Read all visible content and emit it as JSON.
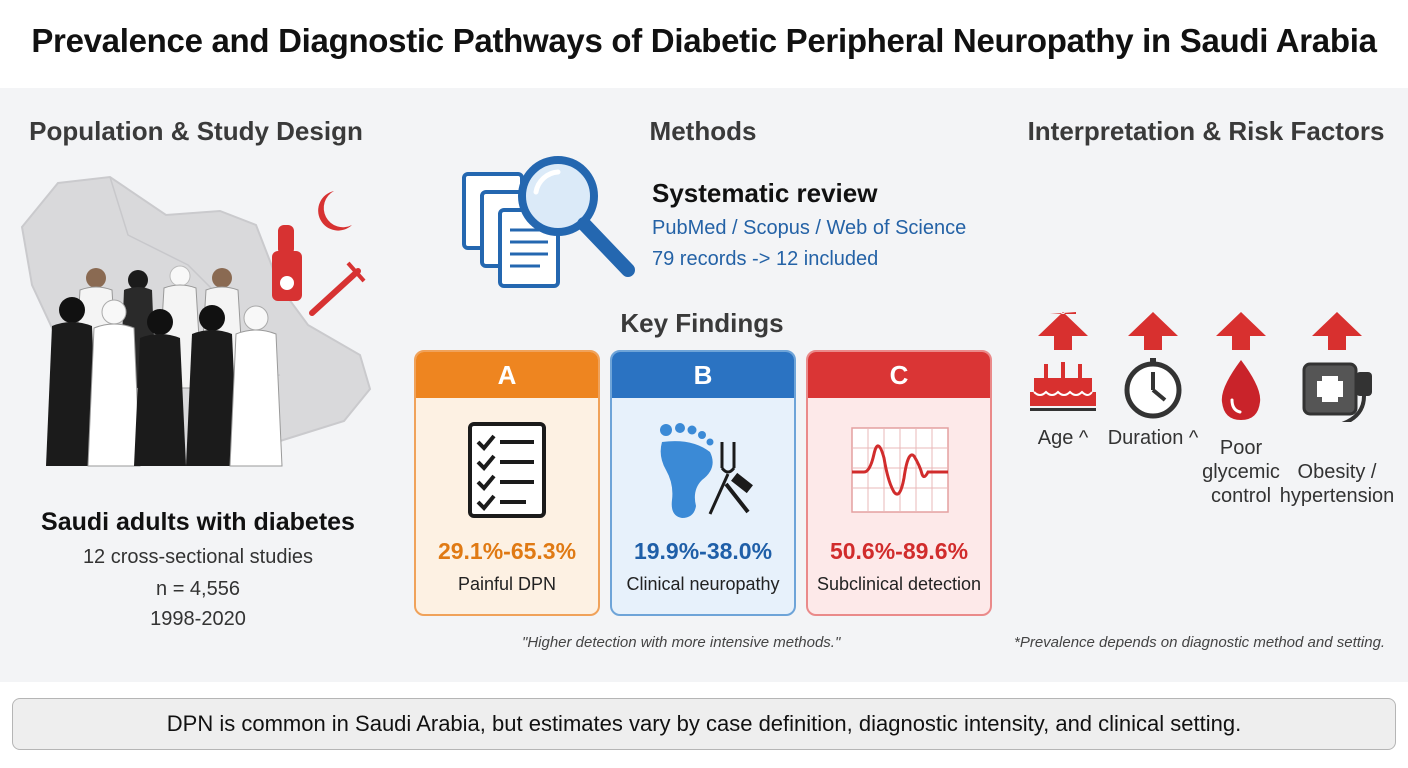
{
  "title": "Prevalence and Diagnostic Pathways of Diabetic Peripheral Neuropathy in Saudi Arabia",
  "left": {
    "heading": "Population & Study Design",
    "population": "Saudi adults with diabetes",
    "studies": "12 cross-sectional studies",
    "n": "n = 4,556",
    "years": "1998-2020"
  },
  "methods": {
    "heading": "Methods",
    "review_title": "Systematic review",
    "databases": "PubMed / Scopus / Web of Science",
    "records": "79 records -> 12 included"
  },
  "findings": {
    "heading": "Key Findings",
    "cards": [
      {
        "letter": "A",
        "value": "29.1%-65.3%",
        "label": "Painful DPN",
        "icon": "checklist-icon",
        "color": "#ee8520"
      },
      {
        "letter": "B",
        "value": "19.9%-38.0%",
        "label": "Clinical neuropathy",
        "icon": "foot-tuning-fork-icon",
        "color": "#2b73c2"
      },
      {
        "letter": "C",
        "value": "50.6%-89.6%",
        "label": "Subclinical detection",
        "icon": "nerve-conduction-waveform-icon",
        "color": "#da3535"
      }
    ],
    "note": "\"Higher detection with more intensive methods.\""
  },
  "risk": {
    "heading": "Interpretation & Risk Factors",
    "factors": [
      {
        "label": "Age ^",
        "icon": "birthday-cake-icon"
      },
      {
        "label": "Duration ^",
        "icon": "clock-icon"
      },
      {
        "label": "Poor glycemic control",
        "icon": "blood-drop-icon"
      },
      {
        "label": "Obesity / hypertension",
        "icon": "blood-pressure-monitor-icon"
      }
    ],
    "arrow_color": "#d8302f",
    "note": "*Prevalence depends on diagnostic method and setting."
  },
  "footer": "DPN is common in Saudi Arabia, but estimates vary by case definition, diagnostic intensity, and clinical setting."
}
